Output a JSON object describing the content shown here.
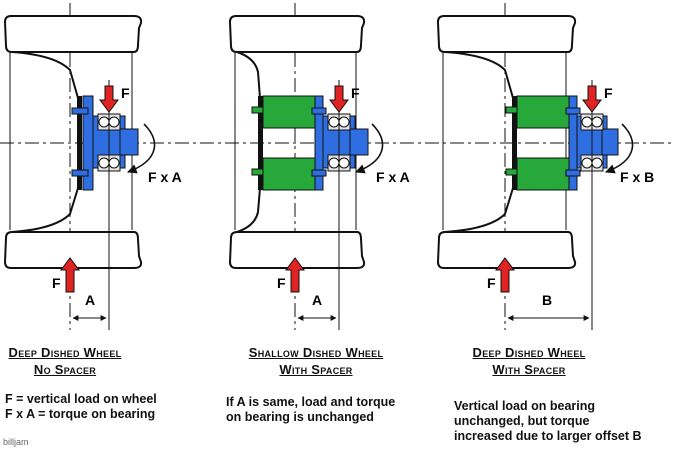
{
  "panels": [
    {
      "force_label": "F",
      "torque_label": "F x A",
      "dimension_label": "A",
      "title_line1": "Deep Dished Wheel",
      "title_line2": "No Spacer",
      "description": [
        "F = vertical load on wheel",
        "F x A = torque on bearing"
      ]
    },
    {
      "force_label": "F",
      "torque_label": "F x A",
      "dimension_label": "A",
      "title_line1": "Shallow Dished Wheel",
      "title_line2": "With Spacer",
      "description": [
        "If A is same, load and torque",
        "on bearing is unchanged"
      ]
    },
    {
      "force_label": "F",
      "torque_label": "F x B",
      "dimension_label": "B",
      "title_line1": "Deep Dished Wheel",
      "title_line2": "With Spacer",
      "description": [
        "Vertical load on bearing",
        "unchanged, but torque",
        "increased due to larger offset B"
      ]
    }
  ],
  "credit": "billjam",
  "colors": {
    "hub": "#2f6ee0",
    "spacer": "#27a83a",
    "arrow": "#e02323",
    "outline": "#111111"
  }
}
